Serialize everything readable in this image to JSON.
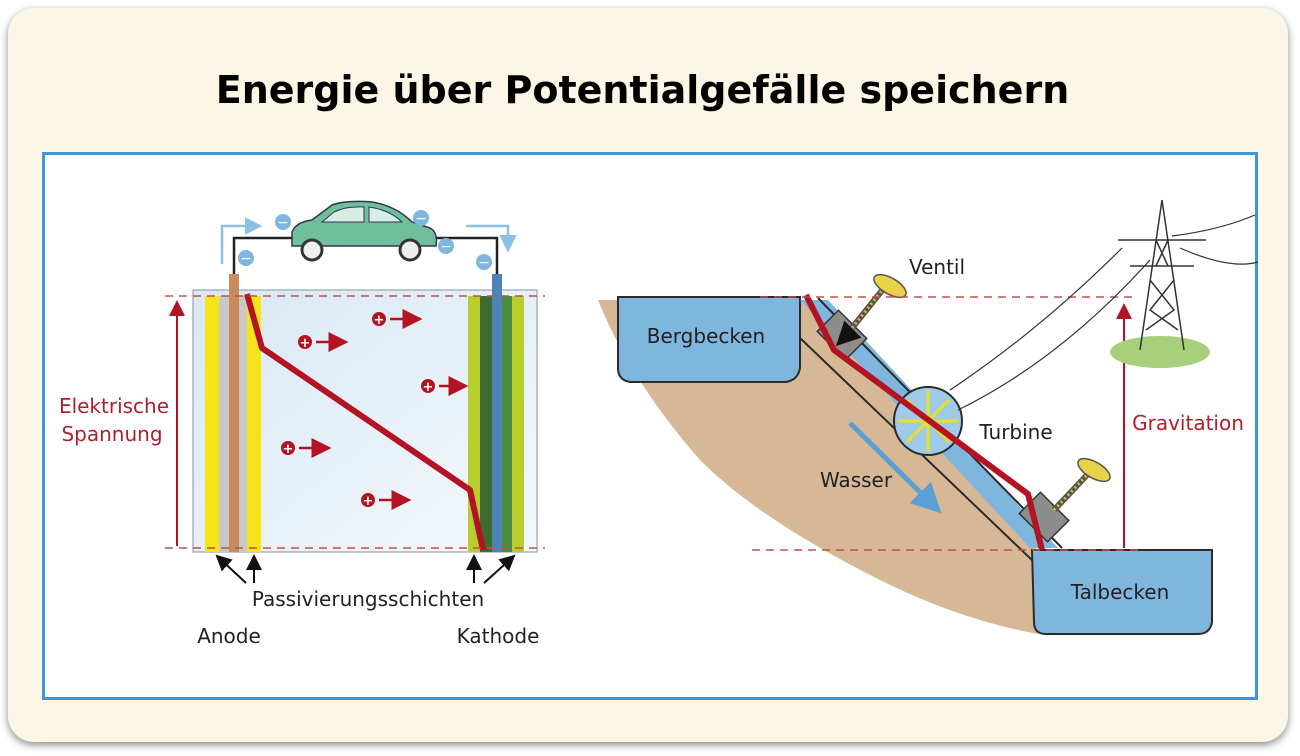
{
  "title": "Energie über Potentialgefälle speichern",
  "battery": {
    "voltage_label_line1": "Elektrische",
    "voltage_label_line2": "Spannung",
    "layers_label": "Passivierungsschichten",
    "anode_label": "Anode",
    "cathode_label": "Kathode",
    "electron_symbol": "−",
    "ion_symbol": "+"
  },
  "hydro": {
    "upper_reservoir": "Bergbecken",
    "lower_reservoir": "Talbecken",
    "valve": "Ventil",
    "turbine": "Turbine",
    "water": "Wasser",
    "gravity": "Gravitation"
  },
  "colors": {
    "frame": "#3d96d8",
    "potential_line": "#b31322",
    "water": "#7fb6dd",
    "earth": "#d7b896",
    "car": "#6fbf9c"
  }
}
